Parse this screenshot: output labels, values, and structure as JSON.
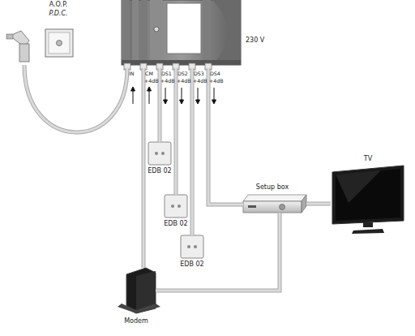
{
  "diagram": {
    "nodes": [
      {
        "text": [
          "A.O.P.",
          "P.D.C."
        ]
      },
      {
        "text": [
          "230 V"
        ]
      },
      {
        "text": [
          "EDB 02"
        ]
      },
      {
        "text": [
          "EDB 02"
        ]
      },
      {
        "text": [
          "EDB 02"
        ]
      },
      {
        "text": [
          "Setup box"
        ]
      },
      {
        "text": [
          "TV"
        ]
      },
      {
        "text": [
          "Modem"
        ]
      }
    ],
    "edges": [
      {
        "from": 0,
        "to": 1,
        "arrow": "none"
      },
      {
        "from": 7,
        "to": 1,
        "arrow": "none"
      },
      {
        "from": 1,
        "to": 2,
        "arrow": "none"
      },
      {
        "from": 1,
        "to": 3,
        "arrow": "none"
      },
      {
        "from": 1,
        "to": 4,
        "arrow": "none"
      },
      {
        "from": 1,
        "to": 5,
        "arrow": "none"
      },
      {
        "from": 5,
        "to": 6,
        "arrow": "none"
      },
      {
        "from": 5,
        "to": 7,
        "arrow": "none"
      }
    ],
    "labels": [
      "IN",
      "CM",
      "DS1",
      "DS2",
      "DS3",
      "DS4",
      "+4dB",
      "+4dB",
      "+4dB",
      "+4dB",
      "+4dB"
    ]
  }
}
